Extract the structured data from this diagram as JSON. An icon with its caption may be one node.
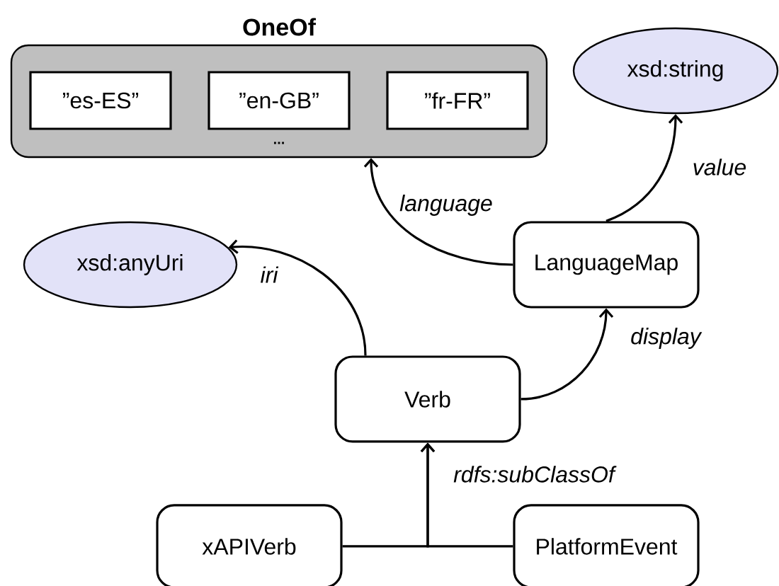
{
  "diagram": {
    "nodes": [
      {
        "text": [
          "OneOf",
          "..."
        ]
      },
      {
        "text": [
          "”es-ES”"
        ],
        "in": 0
      },
      {
        "text": [
          "”en-GB”"
        ],
        "in": 0
      },
      {
        "text": [
          "”fr-FR”"
        ],
        "in": 0
      },
      {
        "text": [
          "xsd:string"
        ]
      },
      {
        "text": [
          "LanguageMap"
        ]
      },
      {
        "text": [
          "xsd:anyUri"
        ]
      },
      {
        "text": [
          "Verb"
        ]
      },
      {
        "text": [
          "xAPIVerb"
        ]
      },
      {
        "text": [
          "PlatformEvent"
        ]
      }
    ],
    "edges": [
      {
        "from": 5,
        "to": 0,
        "arrow": "to",
        "label": "language"
      },
      {
        "from": 5,
        "to": 4,
        "arrow": "to",
        "label": "value"
      },
      {
        "from": 7,
        "to": 6,
        "arrow": "to",
        "label": "iri"
      },
      {
        "from": 7,
        "to": 5,
        "arrow": "to",
        "label": "display"
      },
      {
        "from": 8,
        "to": 7,
        "arrow": "to",
        "label": "rdfs:subClassOf"
      },
      {
        "from": 9,
        "to": 7,
        "arrow": "to"
      }
    ]
  }
}
